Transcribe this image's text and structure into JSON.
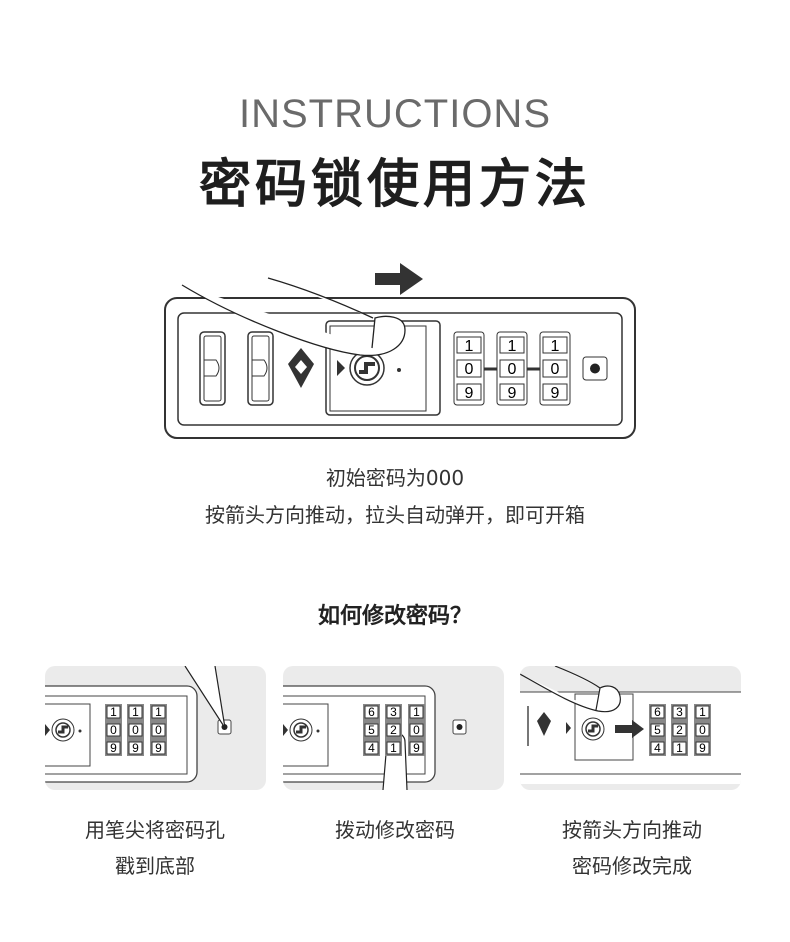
{
  "header": {
    "en_title": "INSTRUCTIONS",
    "cn_title": "密码锁使用方法"
  },
  "main_lock": {
    "dials": [
      [
        "1",
        "0",
        "9"
      ],
      [
        "1",
        "0",
        "9"
      ],
      [
        "1",
        "0",
        "9"
      ]
    ]
  },
  "main_caption": {
    "line1": "初始密码为000",
    "line2": "按箭头方向推动，拉头自动弹开，即可开箱"
  },
  "section": {
    "title": "如何修改密码？"
  },
  "steps": [
    {
      "dials": [
        [
          "1",
          "0",
          "9"
        ],
        [
          "1",
          "0",
          "9"
        ],
        [
          "1",
          "0",
          "9"
        ]
      ],
      "caption_line1": "用笔尖将密码孔",
      "caption_line2": "戳到底部"
    },
    {
      "dials": [
        [
          "6",
          "5",
          "4"
        ],
        [
          "3",
          "2",
          "1"
        ],
        [
          "1",
          "0",
          "9"
        ]
      ],
      "caption_line1": "拨动修改密码",
      "caption_line2": ""
    },
    {
      "dials": [
        [
          "6",
          "5",
          "4"
        ],
        [
          "3",
          "2",
          "1"
        ],
        [
          "1",
          "0",
          "9"
        ]
      ],
      "caption_line1": "按箭头方向推动",
      "caption_line2": "密码修改完成"
    }
  ]
}
